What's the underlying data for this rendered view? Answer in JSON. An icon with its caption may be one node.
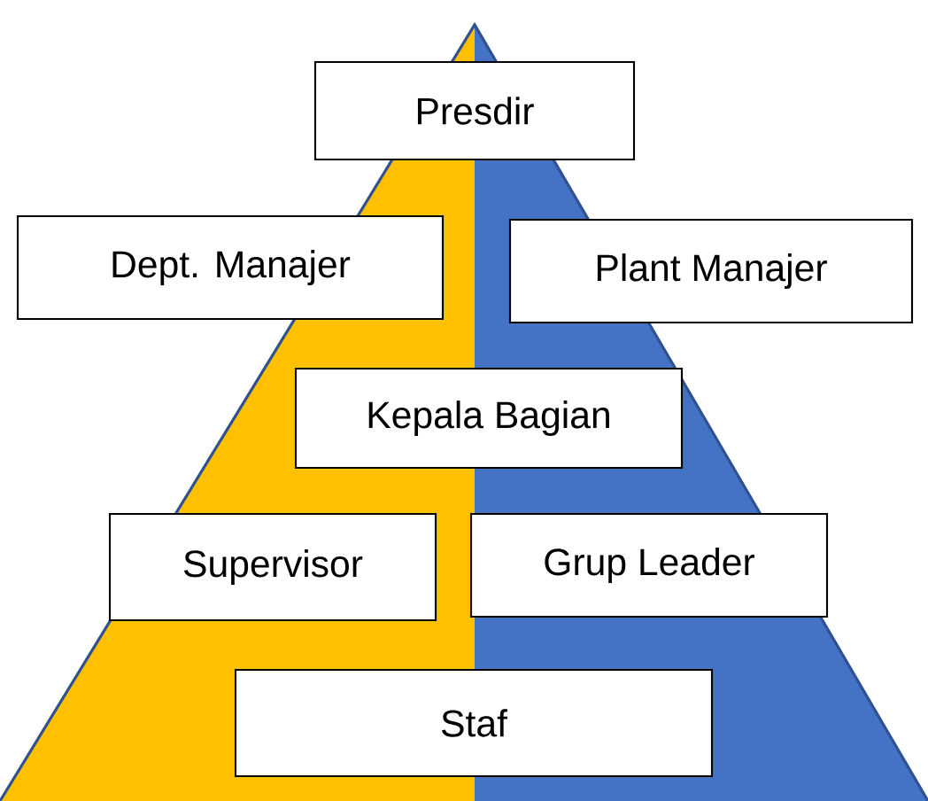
{
  "diagram": {
    "nodes": [
      {
        "text": [
          "Presdir"
        ]
      },
      {
        "text": [
          "Dept. Manajer"
        ]
      },
      {
        "text": [
          "Plant Manajer"
        ]
      },
      {
        "text": [
          "Kepala Bagian"
        ]
      },
      {
        "text": [
          "Supervisor"
        ]
      },
      {
        "text": [
          "Grup Leader"
        ]
      },
      {
        "text": [
          "Staf"
        ]
      }
    ]
  }
}
